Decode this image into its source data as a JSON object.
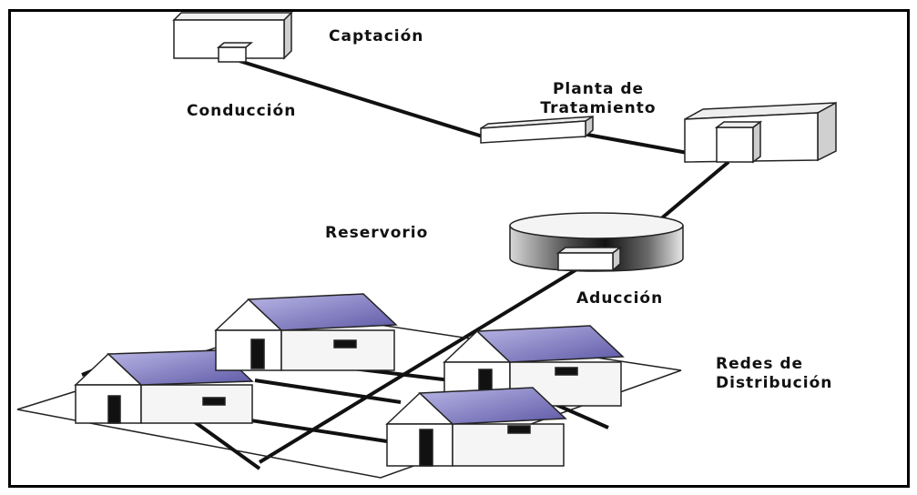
{
  "labels": {
    "captacion": "Captación",
    "conduccion": "Conducción",
    "planta_line1": "Planta de",
    "planta_line2": "Tratamiento",
    "reservorio": "Reservorio",
    "aduccion": "Aducción",
    "redes_line1": "Redes de",
    "redes_line2": "Distribución"
  },
  "colors": {
    "roof": "#8a86c8",
    "roof_dark": "#5b5799",
    "pipe": "#111111",
    "wall": "#ffffff",
    "shade": "#e6e6e6"
  }
}
